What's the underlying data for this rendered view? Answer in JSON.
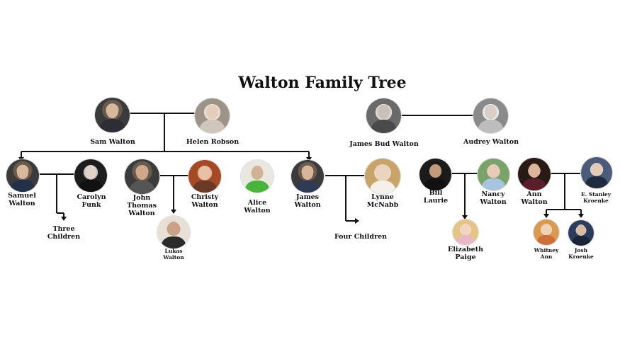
{
  "title": "Walton Family Tree",
  "people": {
    "sam": {
      "name": "Sam Walton"
    },
    "helen": {
      "name": "Helen Robson"
    },
    "bud": {
      "name": "James  Bud Walton"
    },
    "audrey": {
      "name": "Audrey Walton"
    },
    "samuel": {
      "name": "Samuel Walton"
    },
    "carolyn": {
      "name": "Carolyn Funk"
    },
    "john": {
      "name": "John Thomas Walton"
    },
    "christy": {
      "name": "Christy Walton"
    },
    "alice": {
      "name": "Alice Walton"
    },
    "james": {
      "name": "James Walton"
    },
    "lynne": {
      "name": "Lynne McNabb"
    },
    "bill": {
      "name": "Bill Laurie"
    },
    "nancy": {
      "name": "Nancy Walton"
    },
    "ann": {
      "name": "Ann Walton"
    },
    "stanley": {
      "name": "E. Stanley Kroenke"
    },
    "lukas": {
      "name": "Lukas Walton"
    },
    "elizabeth": {
      "name": "Elizabeth Paige"
    },
    "whitney": {
      "name": "Whitney Ann"
    },
    "josh": {
      "name": "Josh Kroenke"
    }
  },
  "groups": {
    "three_children": "Three Children",
    "four_children": "Four Children"
  },
  "colors": {
    "line": "#111111",
    "text": "#111111",
    "background": "#ffffff"
  }
}
